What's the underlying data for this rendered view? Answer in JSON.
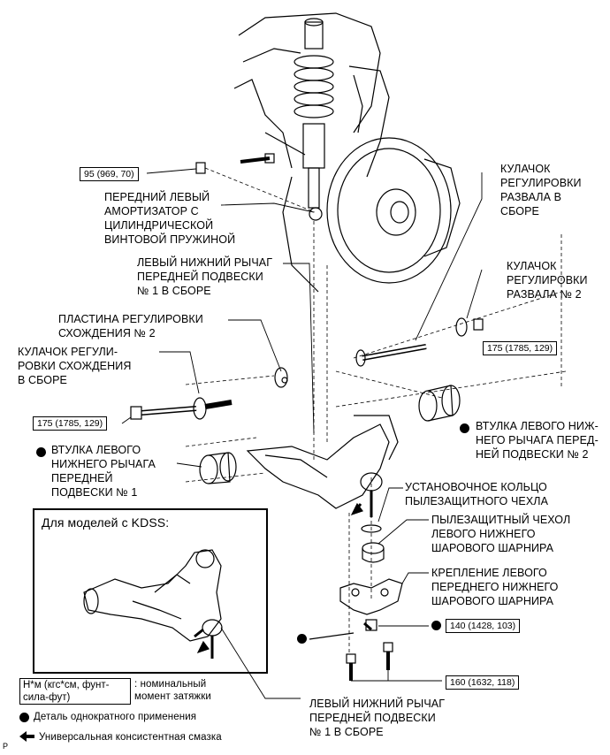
{
  "labels": {
    "shock_absorber": "ПЕРЕДНИЙ ЛЕВЫЙ\nАМОРТИЗАТОР С\nЦИЛИНДРИЧЕСКОЙ\nВИНТОВОЙ ПРУЖИНОЙ",
    "camber_cam_assy": "КУЛАЧОК\nРЕГУЛИРОВКИ\nРАЗВАЛА В\nСБОРЕ",
    "lower_arm_top": "ЛЕВЫЙ НИЖНИЙ РЫЧАГ\nПЕРЕДНЕЙ ПОДВЕСКИ\n№ 1 В СБОРЕ",
    "camber_cam_2": "КУЛАЧОК\nРЕГУЛИРОВКИ\nРАЗВАЛА № 2",
    "toe_plate": "ПЛАСТИНА РЕГУЛИРОВКИ\nСХОЖДЕНИЯ № 2",
    "toe_cam": "КУЛАЧОК РЕГУЛИ-\nРОВКИ СХОЖДЕНИЯ\nВ СБОРЕ",
    "bushing_2": "ВТУЛКА ЛЕВОГО НИЖ-\nНЕГО РЫЧАГА ПЕРЕД-\nНЕЙ ПОДВЕСКИ № 2",
    "bushing_1": "ВТУЛКА ЛЕВОГО\nНИЖНЕГО РЫЧАГА\nПЕРЕДНЕЙ\nПОДВЕСКИ № 1",
    "boot_ring": "УСТАНОВОЧНОЕ КОЛЬЦО\nПЫЛЕЗАЩИТНОГО ЧЕХЛА",
    "ball_joint_boot": "ПЫЛЕЗАЩИТНЫЙ ЧЕХОЛ\nЛЕВОГО НИЖНЕГО\nШАРОВОГО ШАРНИРА",
    "ball_joint_attach": "КРЕПЛЕНИЕ ЛЕВОГО\nПЕРЕДНЕГО НИЖНЕГО\nШАРОВОГО ШАРНИРА",
    "lower_arm_bottom": "ЛЕВЫЙ НИЖНИЙ РЫЧАГ\nПЕРЕДНЕЙ ПОДВЕСКИ\n№ 1 В СБОРЕ"
  },
  "torques": {
    "shock": "95 (969, 70)",
    "camber_nut": "175 (1785, 129)",
    "toe_bolt": "175 (1785, 129)",
    "ball_joint_nut": "140 (1428, 103)",
    "ball_joint_bolts": "160 (1632, 118)"
  },
  "inset": {
    "title": "Для моделей с KDSS:"
  },
  "legend": {
    "unit_box": "Н*м (кгс*см, фунт-\nсила-фут)",
    "unit_desc": ": номинальный\nмомент затяжки",
    "non_reusable": "Деталь однократного применения",
    "grease": "Универсальная консистентная смазка"
  },
  "corner_mark": "P"
}
